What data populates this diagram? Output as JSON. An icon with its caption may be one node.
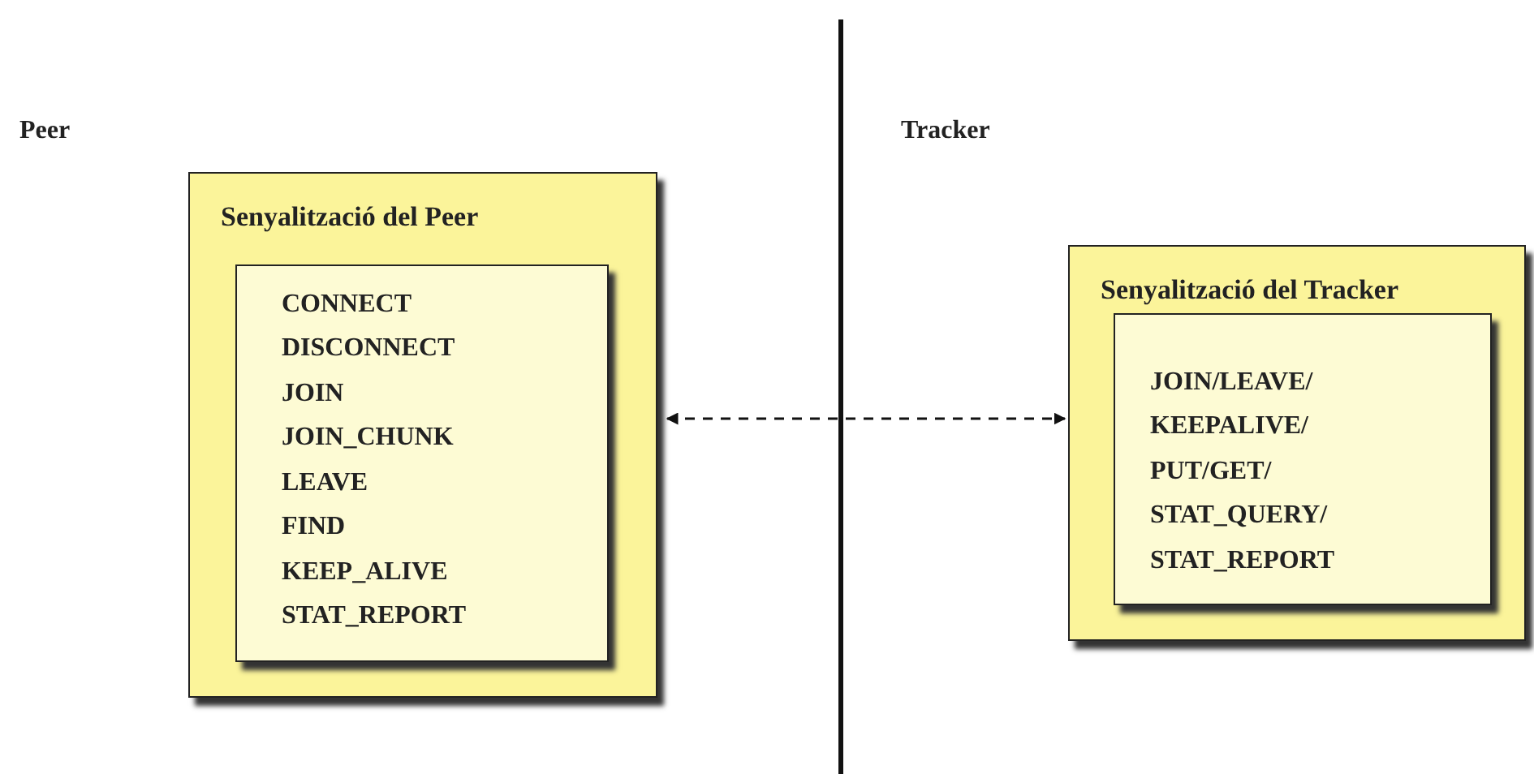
{
  "diagram": {
    "nodes": [
      {
        "text": [
          "Senyalització del Peer"
        ]
      },
      {
        "text": [
          "CONNECT",
          "DISCONNECT",
          "JOIN",
          "JOIN_CHUNK",
          "LEAVE",
          "FIND",
          "KEEP_ALIVE",
          "STAT_REPORT"
        ],
        "in": 0
      },
      {
        "text": [
          "Senyalització del Tracker"
        ]
      },
      {
        "text": [
          "JOIN/LEAVE/",
          "KEEPALIVE/",
          "PUT/GET/",
          "STAT_QUERY/",
          "STAT_REPORT"
        ],
        "in": 2
      }
    ],
    "edges": [
      {
        "from": 0,
        "to": 2,
        "arrow": "both",
        "style": "dashed"
      }
    ],
    "labels": [
      "Peer",
      "Tracker"
    ]
  }
}
